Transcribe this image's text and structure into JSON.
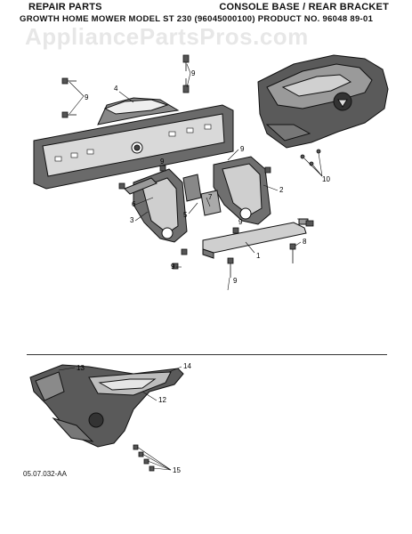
{
  "header": {
    "left_title": "REPAIR PARTS",
    "right_title": "CONSOLE BASE / REAR BRACKET",
    "subtitle": "GROWTH HOME MOWER MODEL ST 230 (96045000100) PRODUCT NO. 96048 89-01"
  },
  "watermark": "AppliancePartsPros.com",
  "callouts": {
    "c1": "1",
    "c2": "2",
    "c3": "3",
    "c4": "4",
    "c5": "5",
    "c6": "6",
    "c7": "7",
    "c8": "8",
    "c9a": "9",
    "c9b": "9",
    "c9c": "9",
    "c9d": "9",
    "c9e": "9",
    "c9f": "9",
    "c9g": "9",
    "c10": "10",
    "c12": "12",
    "c13": "13",
    "c14": "14",
    "c15": "15"
  },
  "figure_id": "05.07.032-AA",
  "colors": {
    "line": "#111111",
    "fill_dark": "#555555",
    "fill_light": "#e6e6e6"
  }
}
